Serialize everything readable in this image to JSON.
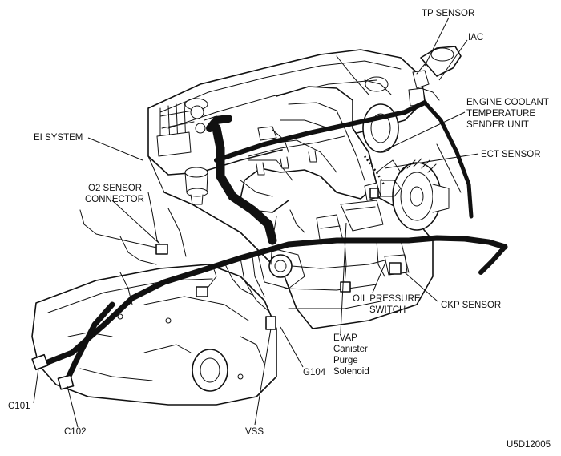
{
  "labels": {
    "tp_sensor": "TP SENSOR",
    "iac": "IAC",
    "ei_system": "EI SYSTEM",
    "ect_unit_line1": "ENGINE COOLANT",
    "ect_unit_line2": "TEMPERATURE",
    "ect_unit_line3": "SENDER UNIT",
    "ect_sensor": "ECT SENSOR",
    "o2_line1": "O2 SENSOR",
    "o2_line2": "CONNECTOR",
    "ckp_sensor": "CKP SENSOR",
    "oil_line1": "OIL PRESSURE",
    "oil_line2": "SWITCH",
    "evap_line1": "EVAP",
    "evap_line2": "Canister",
    "evap_line3": "Purge",
    "evap_line4": "Solenoid",
    "g104": "G104",
    "c101": "C101",
    "c102": "C102",
    "vss": "VSS"
  },
  "figure_id": "U5D12005"
}
